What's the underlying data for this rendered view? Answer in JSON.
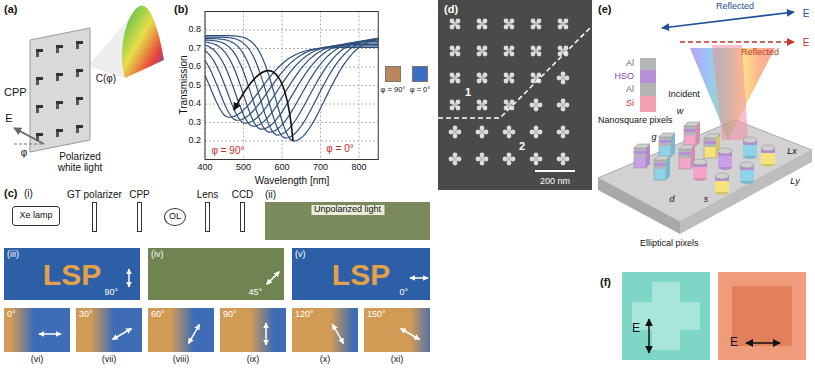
{
  "diagram": {
    "nodes": [
      {
        "text": [
          "φ = 90°"
        ]
      },
      {
        "text": [
          "φ = 0°"
        ]
      },
      {
        "text": [
          "Xe lamp"
        ]
      },
      {
        "text": [
          "GT polarizer"
        ]
      },
      {
        "text": [
          "CPP"
        ]
      },
      {
        "text": [
          "OL"
        ]
      },
      {
        "text": [
          "Lens"
        ]
      },
      {
        "text": [
          "CCD"
        ]
      },
      {
        "text": [
          "(ii)",
          "Unpolarized light"
        ]
      },
      {
        "text": [
          "(iii)",
          "LSP",
          "90°"
        ]
      },
      {
        "text": [
          "(iv)",
          "45°"
        ]
      },
      {
        "text": [
          "(v)",
          "LSP",
          "0°"
        ]
      },
      {
        "text": [
          "(vi)",
          "0°"
        ]
      },
      {
        "text": [
          "(vii)",
          "30°"
        ]
      },
      {
        "text": [
          "(viii)",
          "60°"
        ]
      },
      {
        "text": [
          "(ix)",
          "90°"
        ]
      },
      {
        "text": [
          "(x)",
          "120°"
        ]
      },
      {
        "text": [
          "(xi)",
          "150°"
        ]
      },
      {
        "text": [
          "E"
        ]
      },
      {
        "text": [
          "E"
        ]
      }
    ],
    "labels": [
      "(a)",
      "CPP",
      "C(φ)",
      "E",
      "φ",
      "Polarized white light",
      "(b)",
      "Transmission",
      "0.8",
      "0.7",
      "0.6",
      "0.5",
      "0.4",
      "0.3",
      "0.2",
      "400",
      "500",
      "600",
      "700",
      "800",
      "Wavelength [nm]",
      "φ = 90°",
      "φ = 0°",
      "(c)",
      "(i)",
      "(d)",
      "1",
      "2",
      "200 nm",
      "(e)",
      "Reflected",
      "E",
      "Reflected",
      "E",
      "Incident",
      "Al",
      "HSO",
      "Al",
      "Si",
      "g",
      "w",
      "d",
      "s",
      "Lx",
      "Ly",
      "Nanosquare pixels",
      "Elliptical pixels",
      "(f)"
    ]
  }
}
